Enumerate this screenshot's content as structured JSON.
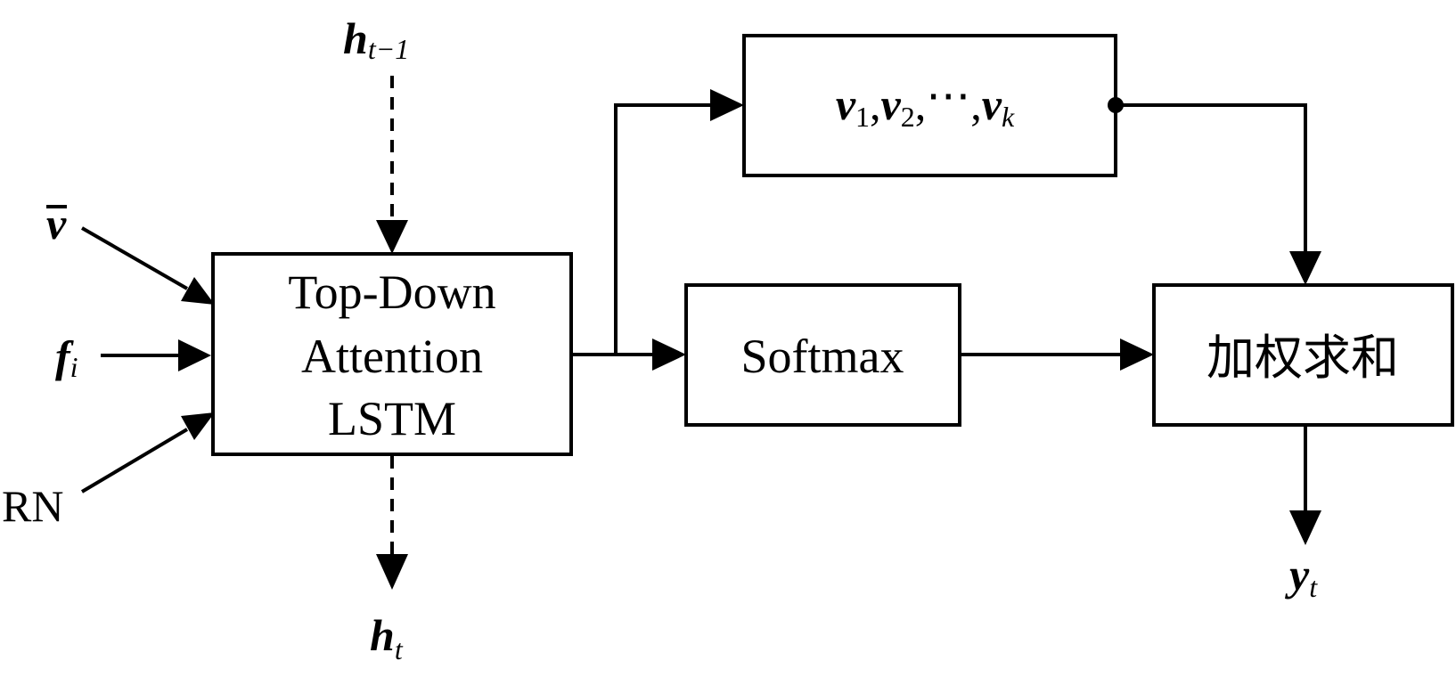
{
  "blocks": {
    "lstm": {
      "line1": "Top-Down",
      "line2": "Attention",
      "line3": "LSTM"
    },
    "features": {
      "v": "v",
      "sep": ",",
      "dots": "⋯",
      "sub1": "1",
      "sub2": "2",
      "subk": "k"
    },
    "softmax": {
      "label": "Softmax"
    },
    "weighted_sum": {
      "label": "加权求和"
    }
  },
  "inputs": {
    "v_bar": {
      "symbol": "v"
    },
    "f_i": {
      "symbol": "f",
      "sub": "i"
    },
    "rn": {
      "label": "RN"
    },
    "h_prev": {
      "symbol": "h",
      "sub": "t−1"
    }
  },
  "outputs": {
    "h_t": {
      "symbol": "h",
      "sub": "t"
    },
    "y_t": {
      "symbol": "y",
      "sub": "t"
    }
  }
}
